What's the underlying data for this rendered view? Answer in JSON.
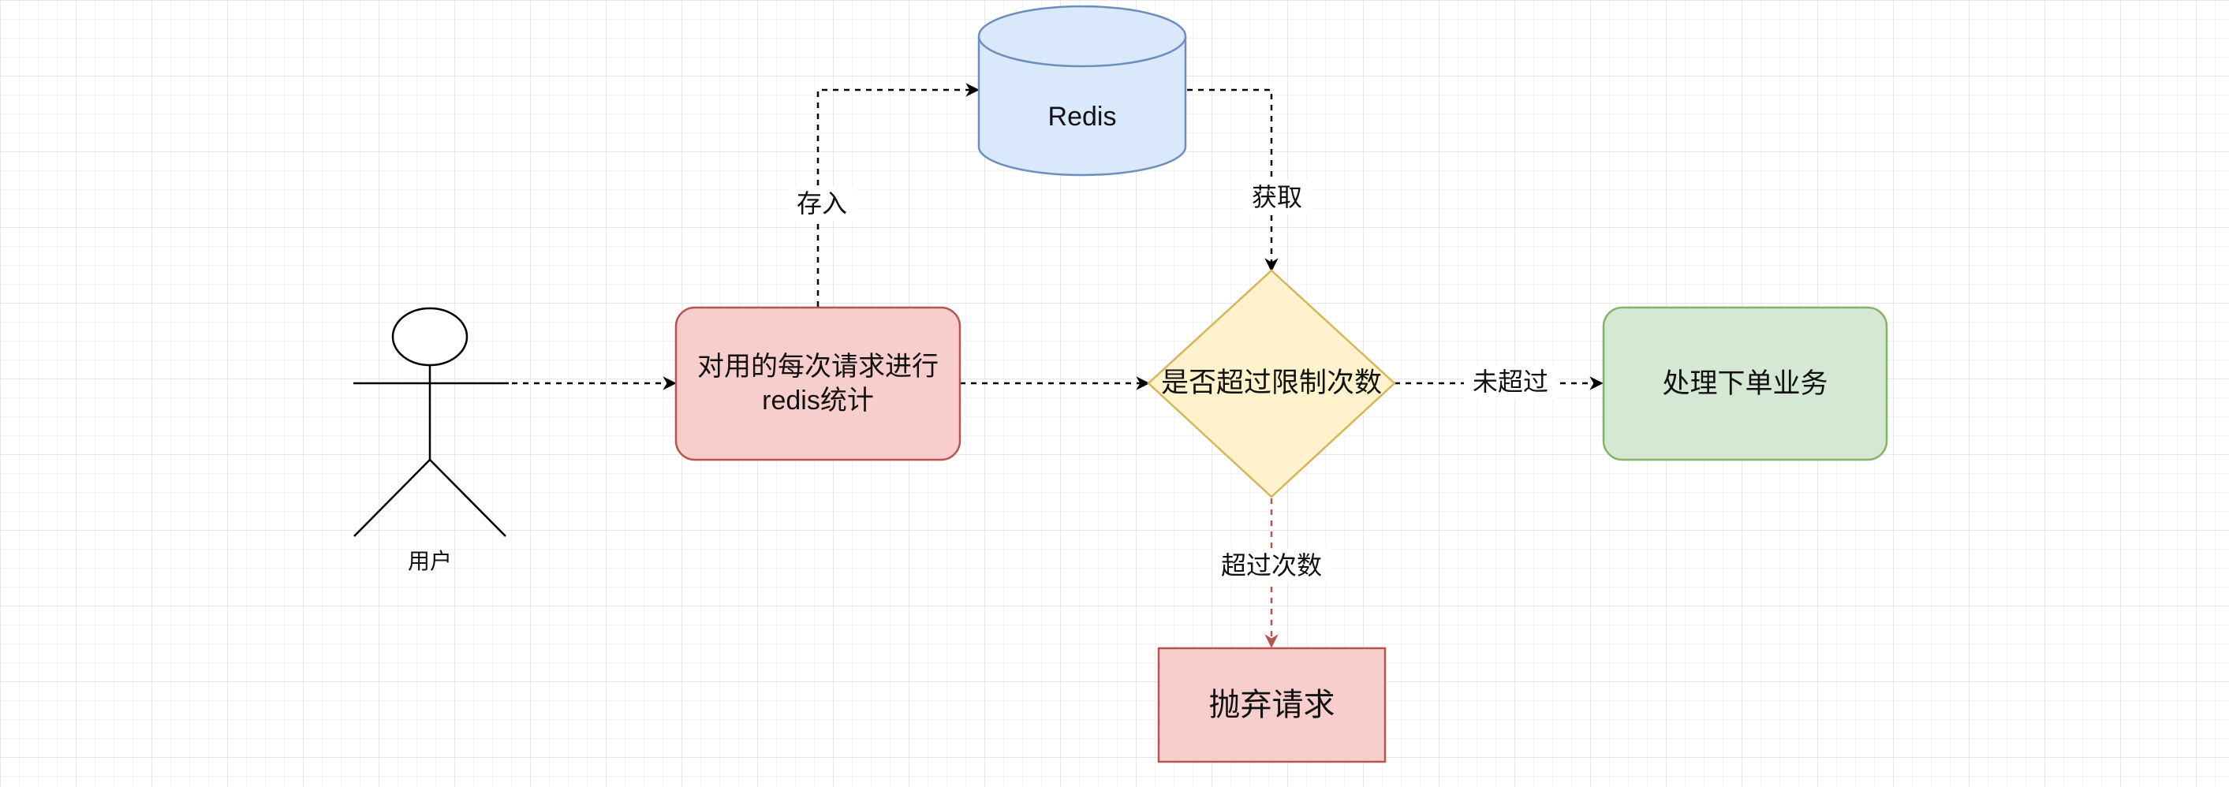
{
  "nodes": {
    "user": {
      "label": "用户"
    },
    "record": {
      "label": "对用的每次请求进行\nredis统计"
    },
    "redis": {
      "label": "Redis"
    },
    "check": {
      "label": "是否超过限制次数"
    },
    "process": {
      "label": "处理下单业务"
    },
    "reject": {
      "label": "抛弃请求"
    }
  },
  "edges": {
    "store": {
      "label": "存入"
    },
    "fetch": {
      "label": "获取"
    },
    "not_exceeded": {
      "label": "未超过"
    },
    "exceeded": {
      "label": "超过次数"
    }
  },
  "colors": {
    "record_fill": "#f8cecc",
    "record_stroke": "#b85450",
    "redis_fill": "#dae8fc",
    "redis_stroke": "#6c8ebf",
    "check_fill": "#fff2cc",
    "check_stroke": "#d6b656",
    "process_fill": "#d5e8d4",
    "process_stroke": "#82b366",
    "reject_fill": "#f8cecc",
    "reject_stroke": "#b85450",
    "exceeded_edge": "#b85450"
  }
}
